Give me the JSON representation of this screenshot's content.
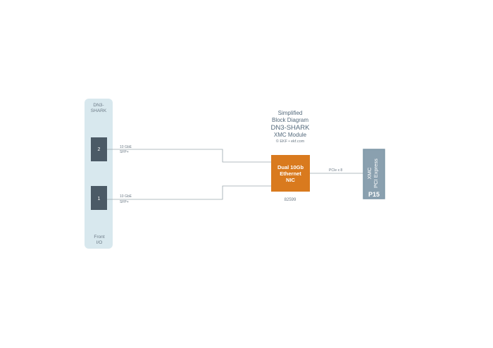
{
  "title": {
    "line1": "Simplified",
    "line2": "Block Diagram",
    "line3": "DN3-SHARK",
    "line4": "XMC Module",
    "copyright": "© EKF • ekf.com"
  },
  "front_panel": {
    "top_label_1": "DN3-",
    "top_label_2": "SHARK",
    "bottom_label_1": "Front",
    "bottom_label_2": "I/O",
    "ports": [
      {
        "number": "2",
        "speed": "10 GbE",
        "type": "SFP+"
      },
      {
        "number": "1",
        "speed": "10 GbE",
        "type": "SFP+"
      }
    ]
  },
  "nic": {
    "line1": "Dual 10Gb",
    "line2": "Ethernet",
    "line3": "NIC",
    "chip": "82599"
  },
  "link": {
    "label": "PCIe x 8"
  },
  "connector": {
    "line1": "XMC",
    "line2": "PCI Express",
    "id": "P15"
  },
  "colors": {
    "panel_bg": "#d8e8ee",
    "port_fill": "#4b5a66",
    "nic_fill": "#d97a1e",
    "connector_fill": "#8aa0af",
    "connector_border": "#7e97a7",
    "line": "#9aa6ad",
    "text_primary": "#53697b"
  }
}
